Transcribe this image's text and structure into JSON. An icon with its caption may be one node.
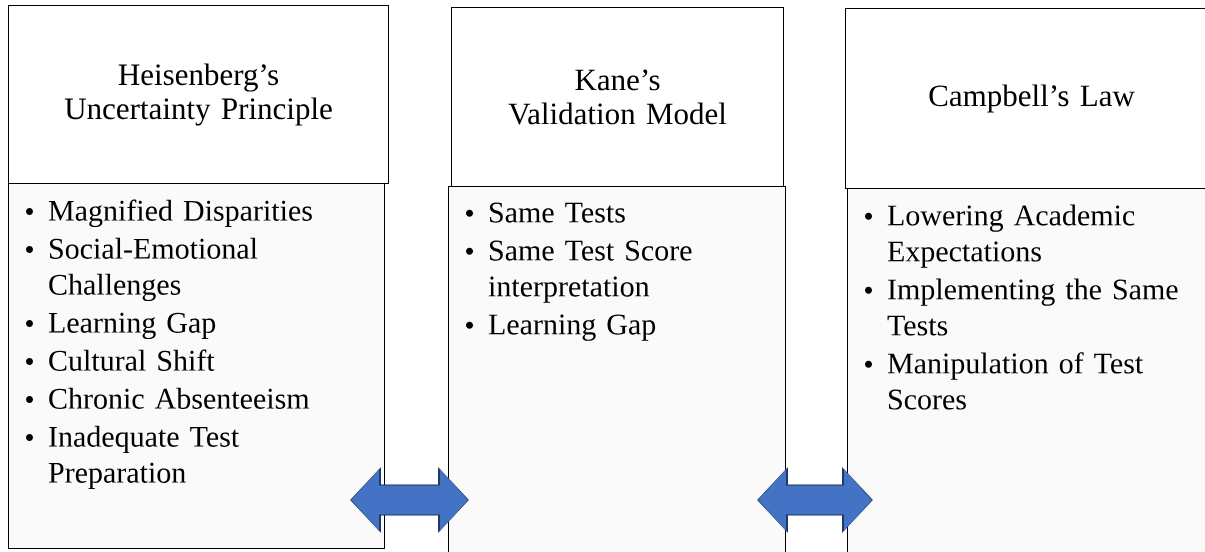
{
  "diagram": {
    "nodes": [
      {
        "text": [
          "Heisenberg’s Uncertainty Principle"
        ]
      },
      {
        "text": [
          "Magnified Disparities",
          "Social-Emotional Challenges",
          "Learning Gap",
          "Cultural Shift",
          "Chronic Absenteeism",
          "Inadequate Test Preparation"
        ]
      },
      {
        "text": [
          "Kane’s Validation Model"
        ]
      },
      {
        "text": [
          "Same Tests",
          "Same Test Score interpretation",
          "Learning Gap"
        ]
      },
      {
        "text": [
          "Campbell’s Law"
        ]
      },
      {
        "text": [
          "Lowering Academic Expectations",
          "Implementing the Same Tests",
          "Manipulation of Test Scores"
        ]
      }
    ],
    "edges": [
      {
        "from": 1,
        "to": 3,
        "arrow": "both"
      },
      {
        "from": 3,
        "to": 5,
        "arrow": "both"
      }
    ]
  }
}
